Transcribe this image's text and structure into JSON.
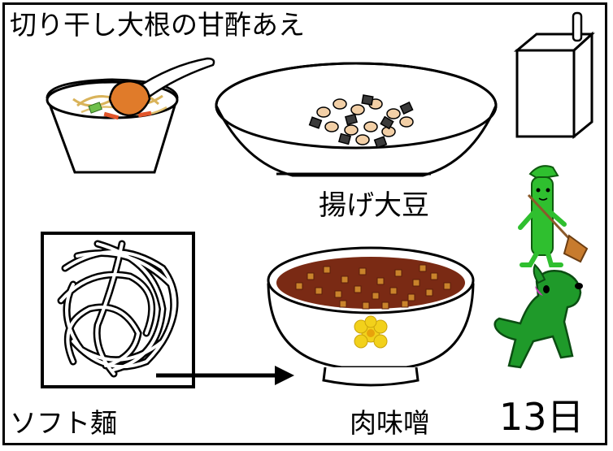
{
  "menu": {
    "title": "切り干し大根の甘酢あえ",
    "soybean_label": "揚げ大豆",
    "noodle_label": "ソフト麺",
    "miso_label": "肉味噌",
    "date_label": "13日"
  },
  "icons": {
    "milk": "milk-carton-icon",
    "vegetable_character": "vegetable-mascot-icon",
    "dog_character": "green-dog-icon",
    "arrow": "arrow-right-icon"
  },
  "colors": {
    "outline": "#000000",
    "miso_sauce": "#7a2a14",
    "meat_bits": "#c9832b",
    "soybean": "#f2cfa6",
    "seaweed": "#3a3a3a",
    "mascot_green": "#2fbf2f",
    "dog_green": "#1f9a2a",
    "flower_yellow": "#f2d11b"
  }
}
